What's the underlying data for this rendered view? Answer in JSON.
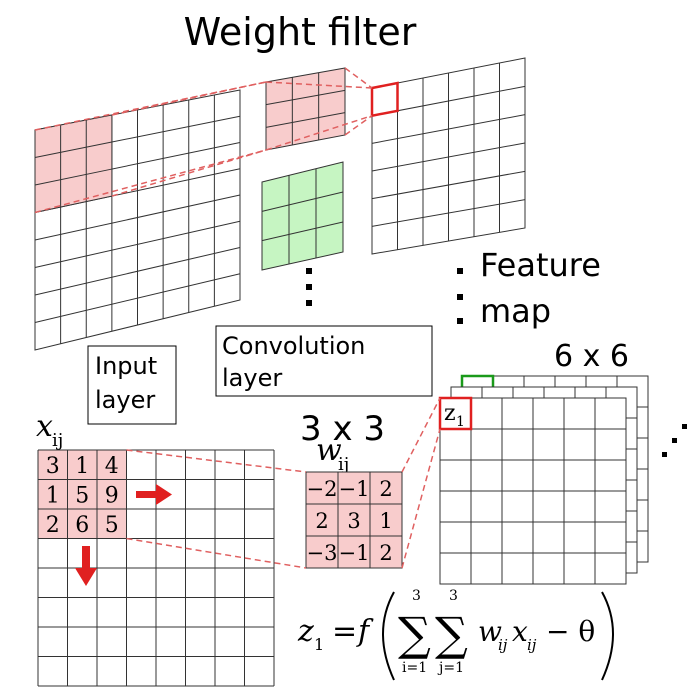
{
  "title": "Weight filter",
  "labels": {
    "input_layer_line1": "Input",
    "input_layer_line2": "layer",
    "convolution_layer_line1": "Convolution",
    "convolution_layer_line2": "layer",
    "feature_map_line1": "Feature",
    "feature_map_line2": "map",
    "output_size": "6 x 6",
    "filter_size": "3 x 3"
  },
  "symbols": {
    "x_base": "x",
    "x_sub": "ij",
    "w_base": "w",
    "w_sub": "ij",
    "z_base": "z",
    "z_sub": "1"
  },
  "input_patch_values": [
    [
      "3",
      "1",
      "4"
    ],
    [
      "1",
      "5",
      "9"
    ],
    [
      "2",
      "6",
      "5"
    ]
  ],
  "filter_values": [
    [
      "−2",
      "−1",
      "2"
    ],
    [
      "2",
      "3",
      "1"
    ],
    [
      "−3",
      "−1",
      "2"
    ]
  ],
  "formula": {
    "lhs_base": "z",
    "lhs_sub": "1",
    "equals": "=",
    "func": "f",
    "sum_upper_i": "3",
    "sum_lower_i": "i=1",
    "sum_upper_j": "3",
    "sum_lower_j": "j=1",
    "w": "w",
    "w_sub": "ij",
    "x": "x",
    "x_sub": "ij",
    "minus_theta": "− θ"
  },
  "colors": {
    "patch_fill": "#f8cccc",
    "filter_green": "#c6f5c2",
    "highlight_red": "#e02020",
    "dashed_red": "#e06060",
    "green_outline": "#1a9a1a",
    "grid_line": "#333333"
  }
}
